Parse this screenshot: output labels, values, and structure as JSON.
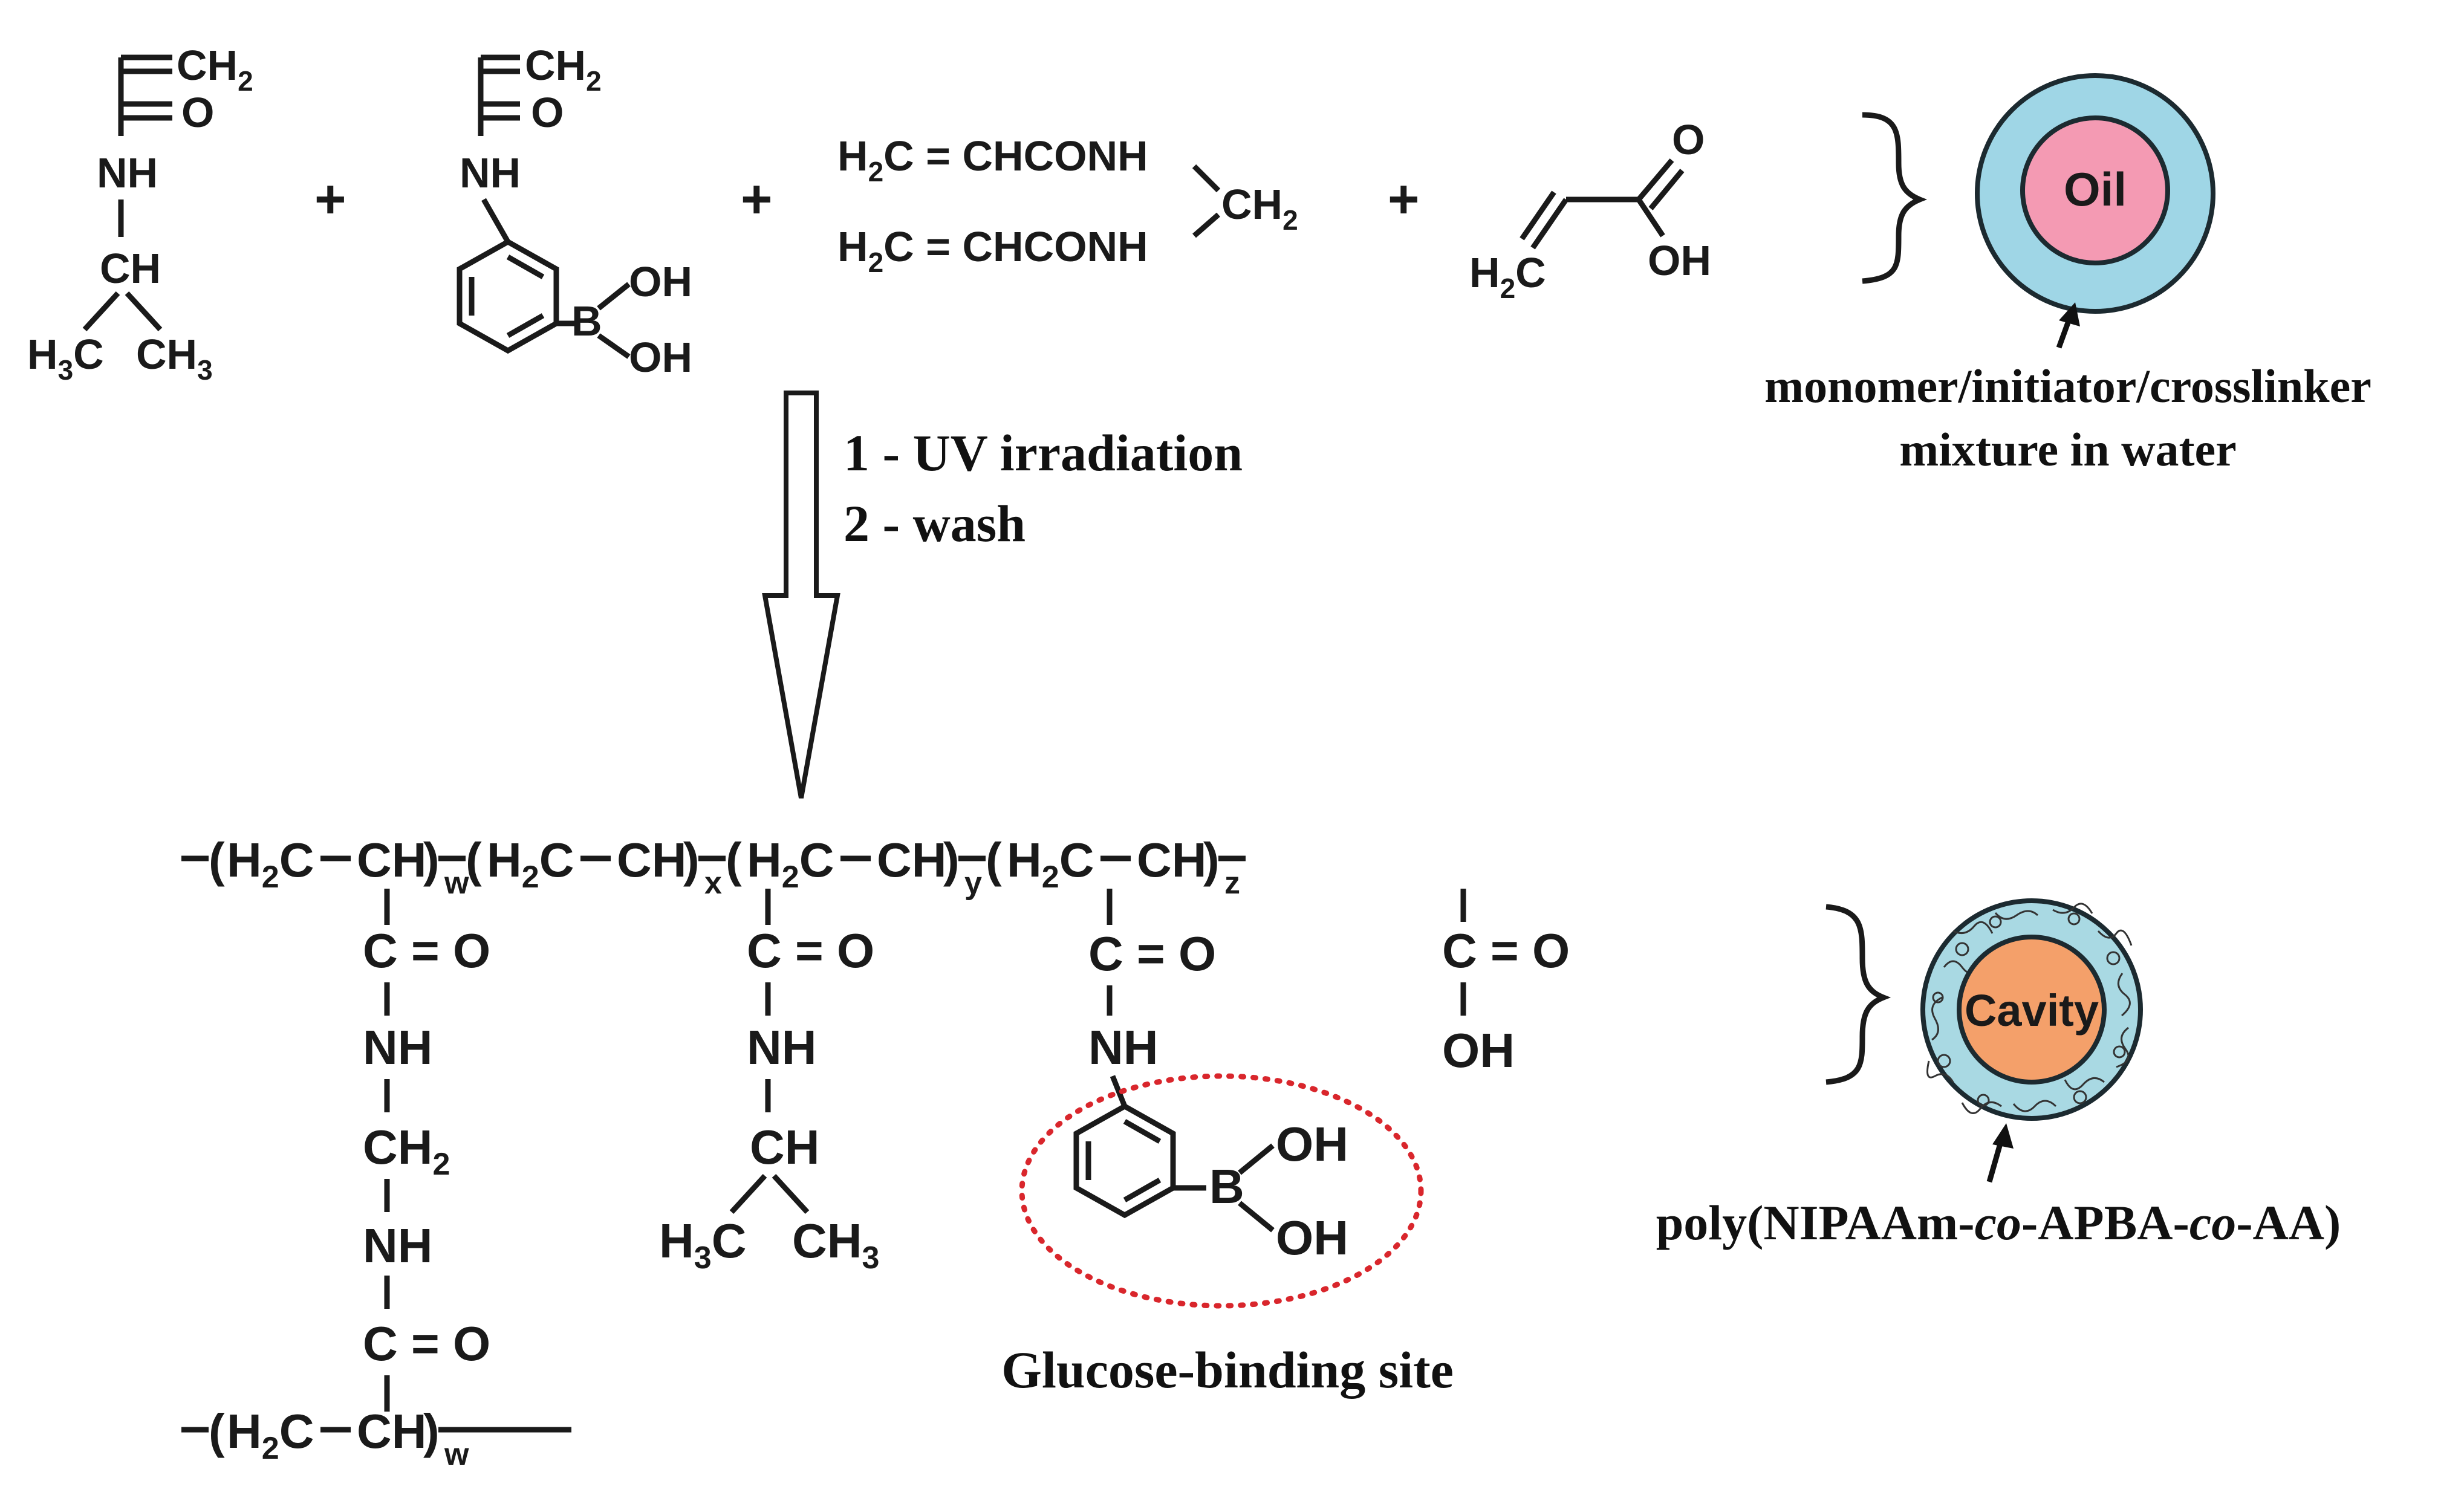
{
  "diagram": {
    "reaction_conditions": {
      "step1": "1 - UV irradiation",
      "step2": "2 - wash"
    },
    "plus_sign": "+",
    "monomers": {
      "nipaam": {
        "vinyl": "CH",
        "vinyl_sub": "2",
        "o": "O",
        "nh": "NH",
        "ch": "CH",
        "h3c": "H",
        "h3c_sub": "3",
        "h3c_c": "C",
        "ch3": "CH",
        "ch3_sub": "3"
      },
      "apba": {
        "vinyl": "CH",
        "vinyl_sub": "2",
        "o": "O",
        "nh": "NH",
        "b": "B",
        "oh1": "OH",
        "oh2": "OH"
      },
      "mba": {
        "line1": "H",
        "line1_sub": "2",
        "line1_rest": "C = CHCONH",
        "line2": "H",
        "line2_sub": "2",
        "line2_rest": "C = CHCONH",
        "bridge": "CH",
        "bridge_sub": "2"
      },
      "aa": {
        "o": "O",
        "h2c": "H",
        "h2c_sub": "2",
        "h2c_c": "C",
        "oh": "OH"
      }
    },
    "droplet_before": {
      "core_label": "Oil",
      "caption_line1": "monomer/initiator/crosslinker",
      "caption_line2": "mixture in water",
      "colors": {
        "shell": "#9fd6e6",
        "core": "#f49ab3",
        "outline": "#1c2a30"
      }
    },
    "droplet_after": {
      "core_label": "Cavity",
      "caption_prefix": "poly(NIPAAm-",
      "caption_co1": "co",
      "caption_mid": "-APBA-",
      "caption_co2": "co",
      "caption_suffix": "-AA)",
      "colors": {
        "shell": "#a9d9e3",
        "core": "#f4a06a",
        "outline": "#1c2a30"
      }
    },
    "polymer": {
      "backbone_segments": [
        {
          "h2c": "H",
          "h2c_sub": "2",
          "c": "C",
          "ch": "CH",
          "subscript": "w"
        },
        {
          "h2c": "H",
          "h2c_sub": "2",
          "c": "C",
          "ch": "CH",
          "subscript": "x"
        },
        {
          "h2c": "H",
          "h2c_sub": "2",
          "c": "C",
          "ch": "CH",
          "subscript": "y"
        },
        {
          "h2c": "H",
          "h2c_sub": "2",
          "c": "C",
          "ch": "CH",
          "subscript": "z"
        }
      ],
      "carbonyl": "C = O",
      "nh": "NH",
      "ch2": "CH",
      "ch2_sub": "2",
      "ch": "CH",
      "oh": "OH",
      "b": "B",
      "h3c": "H",
      "h3c_sub": "3",
      "h3c_c": "C",
      "ch3": "CH",
      "ch3_sub": "3",
      "bottom_segment": {
        "h2c": "H",
        "h2c_sub": "2",
        "c": "C",
        "ch": "CH",
        "subscript": "w"
      }
    },
    "glucose_site_label": "Glucose-binding site",
    "highlight_color": "#d9262c"
  }
}
